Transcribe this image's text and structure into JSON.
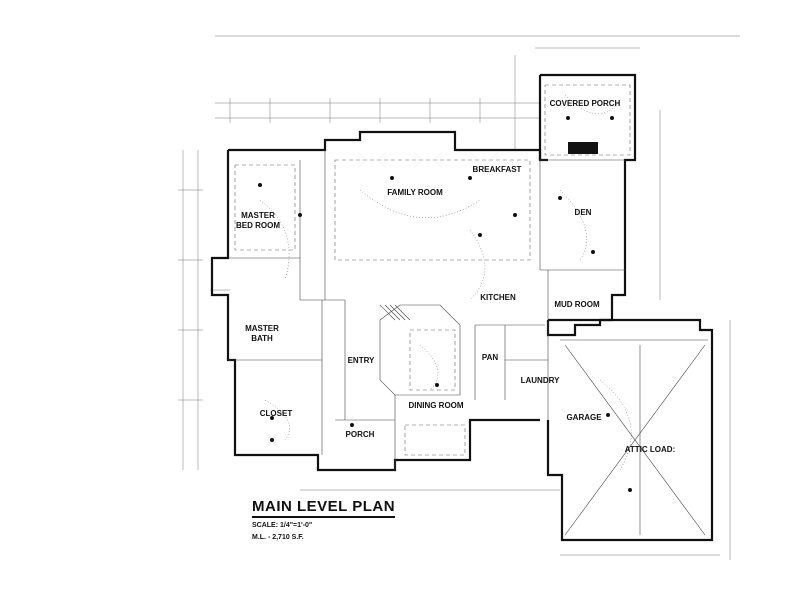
{
  "title_block": {
    "title": "MAIN LEVEL PLAN",
    "scale": "SCALE: 1/4\"=1'-0\"",
    "area": "M.L. - 2,710 S.F."
  },
  "rooms": {
    "covered_porch": "COVERED PORCH",
    "breakfast": "BREAKFAST",
    "family_room": "FAMILY ROOM",
    "master_bed_1": "MASTER",
    "master_bed_2": "BED ROOM",
    "den": "DEN",
    "kitchen": "KITCHEN",
    "mud_room": "MUD ROOM",
    "master_bath_1": "MASTER",
    "master_bath_2": "BATH",
    "entry": "ENTRY",
    "pan": "PAN",
    "laundry": "LAUNDRY",
    "closet": "CLOSET",
    "dining_room": "DINING ROOM",
    "garage": "GARAGE",
    "attic_load": "ATTIC LOAD:",
    "porch": "PORCH"
  }
}
